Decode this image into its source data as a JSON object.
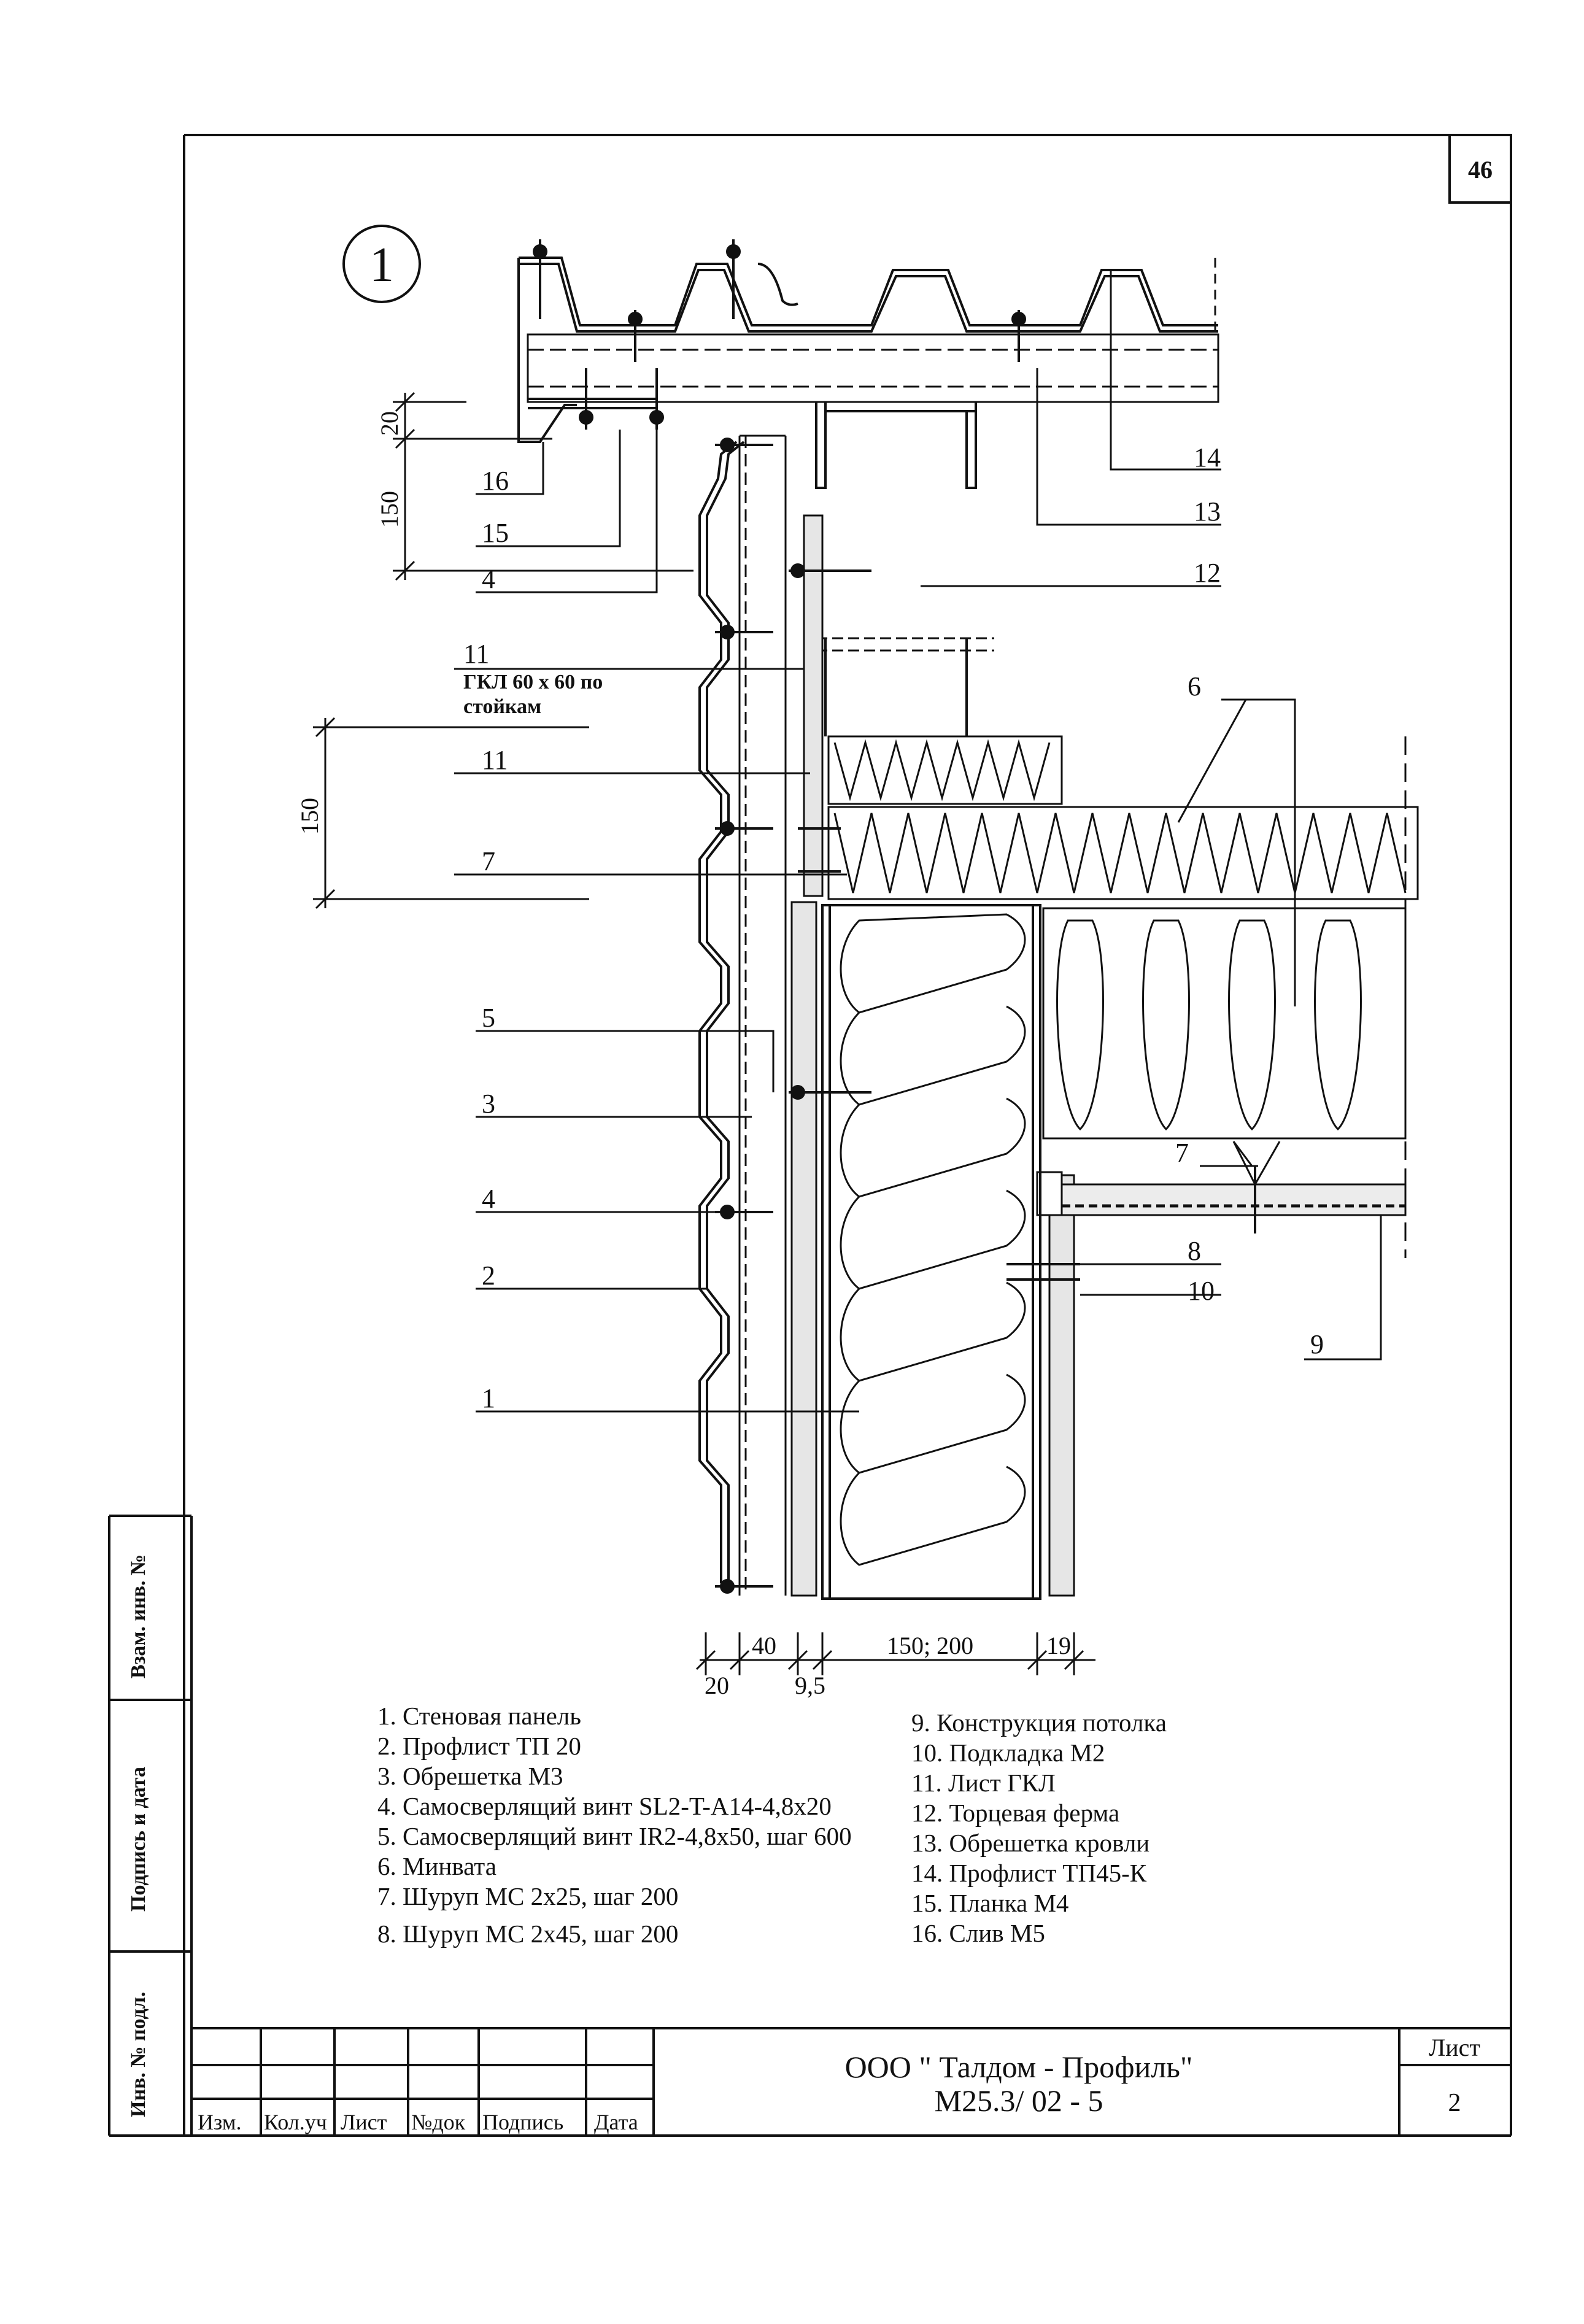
{
  "page_number": "46",
  "detail_number": "1",
  "callouts": {
    "c1": "1",
    "c2": "2",
    "c3": "3",
    "c4a": "4",
    "c4b": "4",
    "c5": "5",
    "c6": "6",
    "c7a": "7",
    "c7b": "7",
    "c8": "8",
    "c9": "9",
    "c10": "10",
    "c11a": "11",
    "c11b": "11",
    "c12": "12",
    "c13": "13",
    "c14": "14",
    "c15": "15",
    "c16": "16"
  },
  "gkl_note": [
    "ГКЛ 60 х 60 по",
    "стойкам"
  ],
  "dimensions": {
    "d20_top": "20",
    "d150_top": "150",
    "d150_mid": "150",
    "b40": "40",
    "b150_200": "150; 200",
    "b19": "19",
    "b20": "20",
    "b9_5": "9,5"
  },
  "legend_left": [
    "1. Стеновая панель",
    "2. Профлист ТП 20",
    "3. Обрешетка М3",
    "4. Самосверлящий винт SL2-T-A14-4,8х20",
    "5. Самосверлящий винт IR2-4,8х50, шаг 600",
    "6. Минвата",
    "7. Шуруп МС 2х25, шаг 200",
    "8. Шуруп МС 2х45, шаг 200"
  ],
  "legend_right": [
    "9. Конструкция потолка",
    "10. Подкладка М2",
    "11. Лист ГКЛ",
    "12. Торцевая ферма",
    "13. Обрешетка кровли",
    "14. Профлист ТП45-К",
    "15. Планка М4",
    "16. Слив М5"
  ],
  "side_stamp": {
    "vzam": "Взам. инв. №",
    "podpis": "Подпись и дата",
    "inv": "Инв. № подл."
  },
  "title_block": {
    "headers": [
      "Изм.",
      "Кол.уч",
      "Лист",
      "№док",
      "Подпись",
      "Дата"
    ],
    "company": "ООО \" Талдом - Профиль\"",
    "doc_code": "М25.3/ 02 - 5",
    "sheet_label": "Лист",
    "sheet_number": "2"
  }
}
